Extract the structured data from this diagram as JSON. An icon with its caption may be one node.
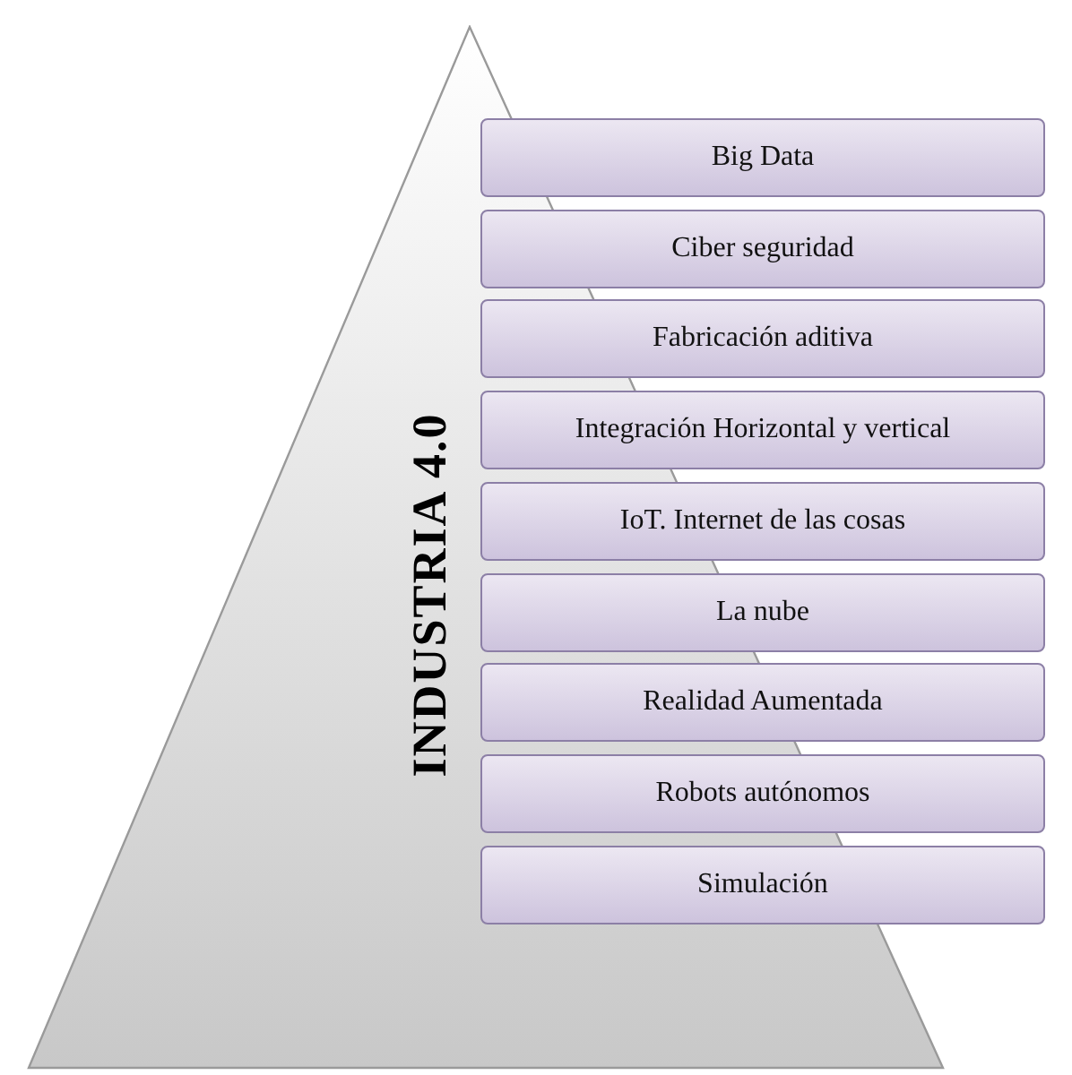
{
  "diagram": {
    "nodes": [
      {
        "text": [
          "INDUSTRIA 4.0"
        ]
      },
      {
        "text": [
          "Big Data"
        ]
      },
      {
        "text": [
          "Ciber seguridad"
        ]
      },
      {
        "text": [
          "Fabricación aditiva"
        ]
      },
      {
        "text": [
          "Integración Horizontal y vertical"
        ]
      },
      {
        "text": [
          "IoT. Internet de las cosas"
        ]
      },
      {
        "text": [
          "La nube"
        ]
      },
      {
        "text": [
          "Realidad Aumentada"
        ]
      },
      {
        "text": [
          "Robots autónomos"
        ]
      },
      {
        "text": [
          "Simulación"
        ]
      }
    ]
  }
}
